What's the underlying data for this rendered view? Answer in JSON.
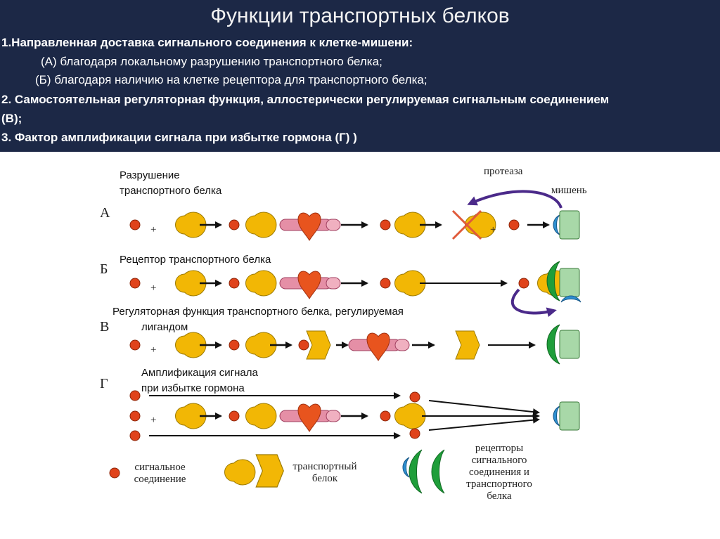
{
  "title": "Функции транспортных белков",
  "lines": [
    "1.Направленная доставка сигнального соединения к клетке-мишени:",
    "(А) благодаря локальному разрушению транспортного белка;",
    "(Б) благодаря наличию на клетке рецептора для транспортного белка;",
    "2. Самостоятельная регуляторная функция, аллостерически регулируемая сигнальным соединением",
    "(В);",
    "3. Фактор амплификации сигнала при избытке гормона (Г) )"
  ],
  "rows": {
    "a": {
      "letter": "А",
      "label_line1": "Разрушение",
      "label_line2": "транспортного белка",
      "protease": "протеаза",
      "target": "мишень"
    },
    "b": {
      "letter": "Б",
      "label": "Рецептор  транспортного белка"
    },
    "v": {
      "letter": "В",
      "label_line1": "Регуляторная функция транспортного белка, регулируемая",
      "label_line2": "лигандом"
    },
    "g": {
      "letter": "Г",
      "label_line1": "Амплификация сигнала",
      "label_line2": "при избытке гормона"
    }
  },
  "plus": "+",
  "legend": {
    "signal_line1": "сигнальное",
    "signal_line2": "соединение",
    "transport_line1": "транспортный",
    "transport_line2": "белок",
    "receptors_line1": "рецепторы",
    "receptors_line2": "сигнального",
    "receptors_line3": "соединения и",
    "receptors_line4": "транспортного",
    "receptors_line5": "белка"
  },
  "colors": {
    "header_bg": "#1c2846",
    "signal": "#e0431b",
    "transport": "#f2b705",
    "receptor_green": "#1f9e3a",
    "receptor_blue": "#2e8fd0",
    "target_fill": "#a8d8a8",
    "protease_pink": "#e58fa6",
    "heart": "#e8541e",
    "arrow_purple": "#4b2a8a",
    "cross": "#e05a3a"
  }
}
